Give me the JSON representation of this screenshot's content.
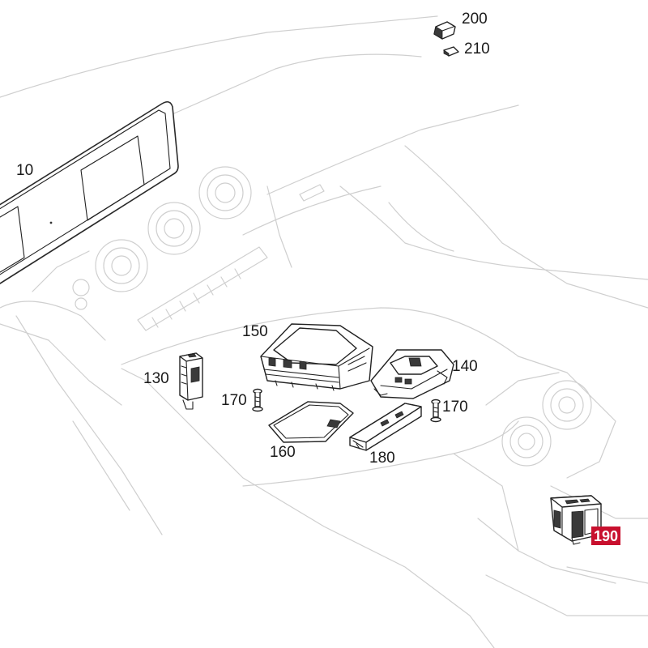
{
  "colors": {
    "highlight_bg": "#c8102e",
    "highlight_text": "#ffffff",
    "label_text": "#1a1a1a",
    "part_stroke": "#222222",
    "ghost_stroke": "#cfcfcf"
  },
  "callouts": [
    {
      "id": "10",
      "text": "10",
      "highlighted": false
    },
    {
      "id": "130",
      "text": "130",
      "highlighted": false
    },
    {
      "id": "140",
      "text": "140",
      "highlighted": false
    },
    {
      "id": "150",
      "text": "150",
      "highlighted": false
    },
    {
      "id": "160",
      "text": "160",
      "highlighted": false
    },
    {
      "id": "170a",
      "text": "170",
      "highlighted": false
    },
    {
      "id": "170b",
      "text": "170",
      "highlighted": false
    },
    {
      "id": "180",
      "text": "180",
      "highlighted": false
    },
    {
      "id": "190",
      "text": "190",
      "highlighted": true
    },
    {
      "id": "200",
      "text": "200",
      "highlighted": false
    },
    {
      "id": "210",
      "text": "210",
      "highlighted": false
    }
  ]
}
